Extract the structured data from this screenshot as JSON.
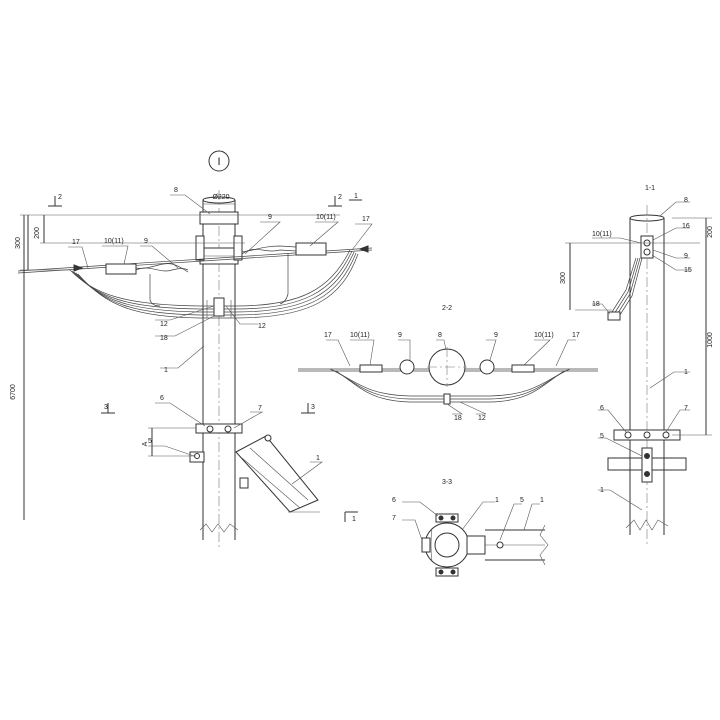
{
  "view_main": {
    "callout_symbol": "I",
    "diameter": "Ø220",
    "dims": {
      "d200": "200",
      "d300": "300",
      "d6700": "6700",
      "dA": "A"
    },
    "sections": {
      "s2": "2",
      "s1": "1",
      "s3": "3"
    },
    "labels": {
      "l8": "8",
      "l9a": "9",
      "l9b": "9",
      "l10a": "10(11)",
      "l10b": "10(11)",
      "l17a": "17",
      "l17b": "17",
      "l12a": "12",
      "l12b": "12",
      "l18": "18",
      "l1a": "1",
      "l1b": "1",
      "l6": "6",
      "l7": "7",
      "l5": "5"
    }
  },
  "view_2_2": {
    "title": "2-2",
    "labels": {
      "l17a": "17",
      "l10a": "10(11)",
      "l9a": "9",
      "l8": "8",
      "l9b": "9",
      "l10b": "10(11)",
      "l17b": "17",
      "l18": "18",
      "l12": "12"
    }
  },
  "view_3_3": {
    "title": "3-3",
    "labels": {
      "l6": "6",
      "l7": "7",
      "l1a": "1",
      "l5": "5",
      "l1b": "1"
    }
  },
  "view_1_1": {
    "title": "1-1",
    "dims": {
      "d200": "200",
      "d300": "300",
      "d1000": "1000"
    },
    "labels": {
      "l8": "8",
      "l10": "10(11)",
      "l16": "16",
      "l9": "9",
      "l15": "15",
      "l18": "18",
      "l1a": "1",
      "l6": "6",
      "l7": "7",
      "l5": "5",
      "l1b": "1"
    }
  }
}
